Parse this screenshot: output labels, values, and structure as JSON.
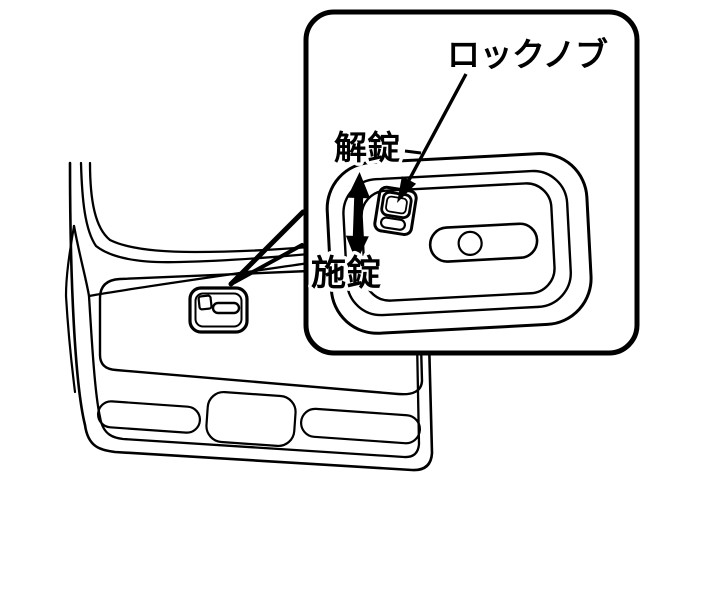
{
  "figure": {
    "kind": "vehicle-door-lock-knob-diagram",
    "callout": {
      "lock_knob_label": "ロックノブ",
      "unlock_label": "解錠",
      "lock_label": "施錠"
    },
    "colors": {
      "line": "#000000",
      "background": "#ffffff"
    }
  }
}
